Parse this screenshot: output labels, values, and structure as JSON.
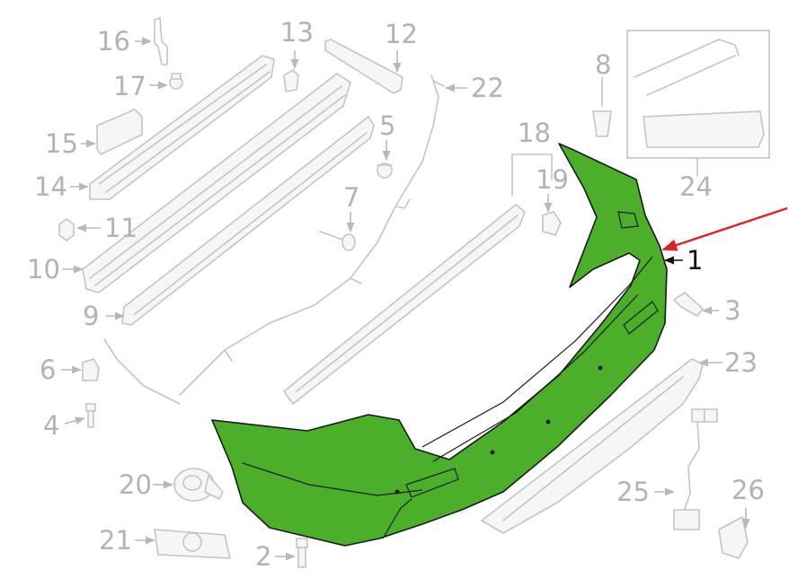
{
  "colors": {
    "highlight_part": "#4caf2a",
    "pointer_arrow": "#e02020",
    "callout_text": "#b3b3b3",
    "callout_main_text": "#111111"
  },
  "callouts": {
    "c1": "1",
    "c2": "2",
    "c3": "3",
    "c4": "4",
    "c5": "5",
    "c6": "6",
    "c7": "7",
    "c8": "8",
    "c9": "9",
    "c10": "10",
    "c11": "11",
    "c12": "12",
    "c13": "13",
    "c14": "14",
    "c15": "15",
    "c16": "16",
    "c17": "17",
    "c18": "18",
    "c19": "19",
    "c20": "20",
    "c21": "21",
    "c22": "22",
    "c23": "23",
    "c24": "24",
    "c25": "25",
    "c26": "26"
  }
}
